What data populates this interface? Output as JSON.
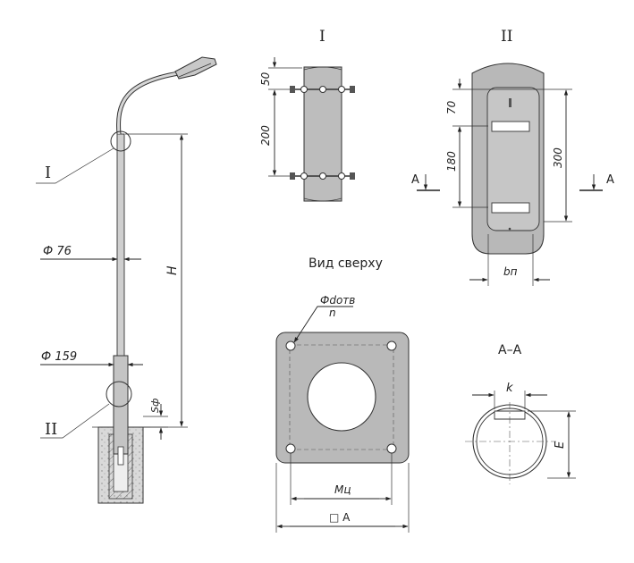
{
  "views": {
    "detail_1_title": "I",
    "detail_2_title": "II",
    "top_view_title": "Вид сверху",
    "section_title": "А–А"
  },
  "pole": {
    "callout_1": "I",
    "callout_2": "II",
    "dia_top": "Ф 76",
    "dia_bottom": "Ф 159",
    "height": "H",
    "wall": "Sф"
  },
  "detail_1": {
    "dim_top": "50",
    "dim_spacing": "200"
  },
  "detail_2": {
    "dim_top": "70",
    "dim_mid": "180",
    "dim_total": "300",
    "section_left": "А",
    "section_right": "А",
    "slot_width": "bп"
  },
  "top_view": {
    "hole_dia": "Фdотв",
    "hole_count": "n",
    "bolt_spacing": "Мц",
    "plate_size": "□ А"
  },
  "section": {
    "chord": "k",
    "depth": "E"
  },
  "colors": {
    "metal": "#bdbdbd",
    "metal_dark": "#9e9e9e",
    "line": "#222222",
    "background": "#ffffff"
  }
}
